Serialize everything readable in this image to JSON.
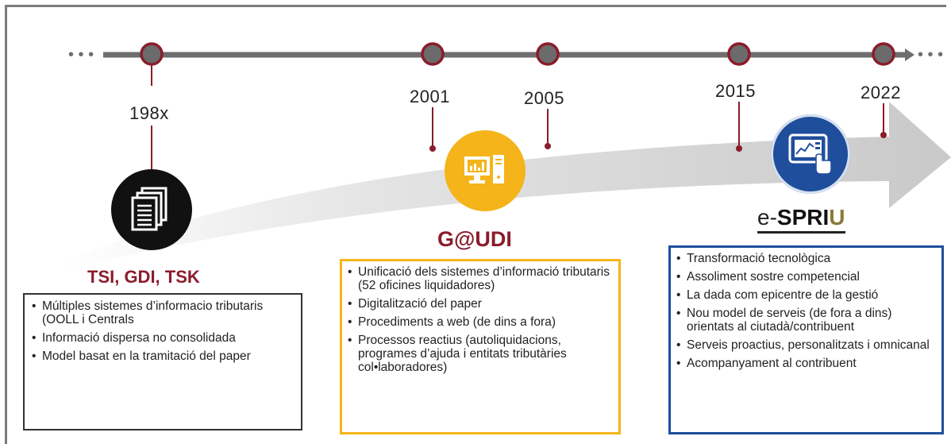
{
  "timeline": {
    "years": [
      "198x",
      "2001",
      "2005",
      "2015",
      "2022"
    ]
  },
  "eras": [
    {
      "title": "TSI, GDI, TSK",
      "icon": "documents-icon",
      "bullets": [
        "Múltiples sistemes d’informacio tributaris (OOLL i Centrals",
        "Informació dispersa no consolidada",
        "Model basat en la tramitació del paper"
      ]
    },
    {
      "title": "G@UDI",
      "icon": "desktop-computer-icon",
      "bullets": [
        "Unificació dels sistemes d’informació tributaris (52 oficines liquidadores)",
        "Digitalització del paper",
        "Procediments a web (de dins a fora)",
        "Processos reactius (autoliquidacions, programes d’ajuda i entitats tributàries col•laboradores)"
      ]
    },
    {
      "title_prefix": "e-",
      "title_main": "SPRI",
      "title_suffix": "U",
      "icon": "tablet-touch-icon",
      "bullets": [
        "Transformació tecnològica",
        "Assoliment sostre competencial",
        "La dada com epicentre de la gestió",
        "Nou model de serveis (de fora a dins) orientats al ciutadà/contribuent",
        "Serveis proactius, personalitzats i omnicanal",
        "Acompanyament al contribuent"
      ]
    }
  ],
  "colors": {
    "marker": "#8b1c2c",
    "line": "#6e6e6e",
    "node_fill": "#6b6b6b",
    "era1": "#111111",
    "era2": "#f4b41a",
    "era3": "#1f4e9c",
    "era3_accent": "#8a7a3a",
    "box2_border": "#f4b41a",
    "box3_border": "#1f4e9c"
  }
}
